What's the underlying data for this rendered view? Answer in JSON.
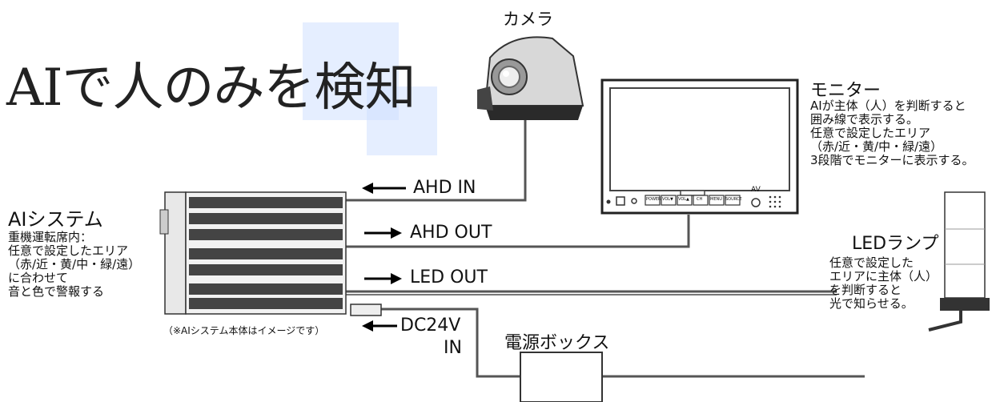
{
  "title": "AIで人のみを検知",
  "camera": {
    "label": "カメラ"
  },
  "monitor": {
    "label": "モニター",
    "description": [
      "AIが主体（人）を判断すると",
      "囲み線で表示する。",
      "任意で設定したエリア",
      "（赤/近・黄/中・緑/遠）",
      "3段階でモニターに表示する。"
    ]
  },
  "ai_system": {
    "label": "AIシステム",
    "description": [
      "重機運転席内：",
      "任意で設定したエリア",
      "（赤/近・黄/中・緑/遠）",
      "に合わせて",
      "音と色で警報する"
    ],
    "note": "（※AIシステム本体はイメージです）"
  },
  "led_lamp": {
    "label": "LEDランプ",
    "description": [
      "任意で設定した",
      "エリアに主体（人）",
      "を判断すると",
      "光で知らせる。"
    ]
  },
  "signals": {
    "ahd_in": "AHD IN",
    "ahd_out": "AHD OUT",
    "led_out": "LED OUT",
    "dc24v_line1": "DC24V",
    "dc24v_line2": "IN"
  },
  "power_box": {
    "label": "電源ボックス"
  },
  "monitor_buttons": [
    "POWER",
    "VOL▼",
    "VOL▲",
    "CH",
    "MENU",
    "SOURCE"
  ],
  "monitor_av": "AV"
}
